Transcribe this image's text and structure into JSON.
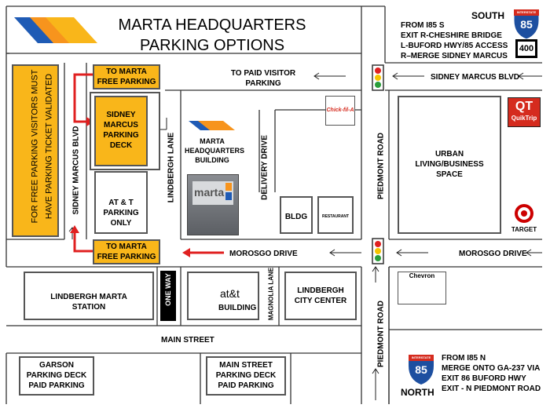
{
  "title": {
    "line1": "MARTA HEADQUARTERS",
    "line2": "PARKING OPTIONS"
  },
  "directions_south": {
    "heading": "SOUTH",
    "line1": "FROM I85 S",
    "line2": "EXIT R-CHESHIRE BRIDGE",
    "line3": "L-BUFORD HWY/85 ACCESS",
    "line4": "R–MERGE  SIDNEY MARCUS",
    "shield_interstate": "85",
    "shield_state": "400",
    "shield_interstate_label": "INTERSTATE"
  },
  "directions_north": {
    "heading": "NORTH",
    "line1": "FROM I85 N",
    "line2": "MERGE ONTO GA-237 VIA",
    "line3": "EXIT 86 BUFORD HWY",
    "line4": "EXIT -  N PIEDMONT ROAD",
    "shield_interstate": "85",
    "shield_interstate_label": "INTERSTATE"
  },
  "validation_notice": {
    "line1": "FOR FREE PARKING VISITORS MUST",
    "line2": "HAVE PARKING TICKET VALIDATED"
  },
  "streets": {
    "sidney_marcus_top": "SIDNEY MARCUS BLVD",
    "sidney_marcus_left": "SIDNEY MARCUS BLVD",
    "morosgo_center": "MOROSGO DRIVE",
    "morosgo_right": "MOROSGO DRIVE",
    "main_street": "MAIN STREET",
    "lindbergh_lane": "LINDBERGH LANE",
    "delivery_drive": "DELIVERY DRIVE",
    "piedmont_top": "PIEDMONT ROAD",
    "piedmont_bottom": "PIEDMONT ROAD",
    "magnolia_lane": "MAGNOLIA LANE"
  },
  "paid_visitor": {
    "line1": "TO PAID VISITOR",
    "line2": "PARKING"
  },
  "free_parking_top": {
    "line1": "TO MARTA",
    "line2": "FREE PARKING"
  },
  "free_parking_bottom": {
    "line1": "TO MARTA",
    "line2": "FREE PARKING"
  },
  "sidney_deck": {
    "line1": "SIDNEY",
    "line2": "MARCUS",
    "line3": "PARKING",
    "line4": "DECK"
  },
  "att_parking": {
    "line1": "AT & T",
    "line2": "PARKING",
    "line3": "ONLY"
  },
  "marta_hq": {
    "line1": "MARTA",
    "line2": "HEADQUARTERS",
    "line3": "BUILDING",
    "photo_sign": "marta"
  },
  "bldg": {
    "label": "BLDG",
    "restaurant": "RESTAURANT"
  },
  "urban": {
    "line1": "URBAN",
    "line2": "LIVING/BUSINESS",
    "line3": "SPACE"
  },
  "lindbergh_station": {
    "line1": "LINDBERGH MARTA",
    "line2": "STATION"
  },
  "one_way": "ONE WAY",
  "att_building": {
    "logo": "at&t",
    "label": "BUILDING"
  },
  "city_center": {
    "line1": "LINDBERGH",
    "line2": "CITY CENTER"
  },
  "garson": {
    "line1": "GARSON",
    "line2": "PARKING DECK",
    "line3": "PAID PARKING"
  },
  "main_street_deck": {
    "line1": "MAIN STREET",
    "line2": "PARKING DECK",
    "line3": "PAID PARKING"
  },
  "logos": {
    "quiktrip_big": "QT",
    "quiktrip_small": "QuikTrip",
    "target": "TARGET",
    "chevron": "Chevron",
    "chickfila": "Chick-fil-A"
  },
  "colors": {
    "marta_orange": "#f7941d",
    "marta_blue": "#1f5bb5",
    "parking_yellow": "#f9b61a",
    "arrow_red": "#e02020",
    "interstate_blue": "#1d4fa0",
    "interstate_red": "#d52b1e"
  }
}
